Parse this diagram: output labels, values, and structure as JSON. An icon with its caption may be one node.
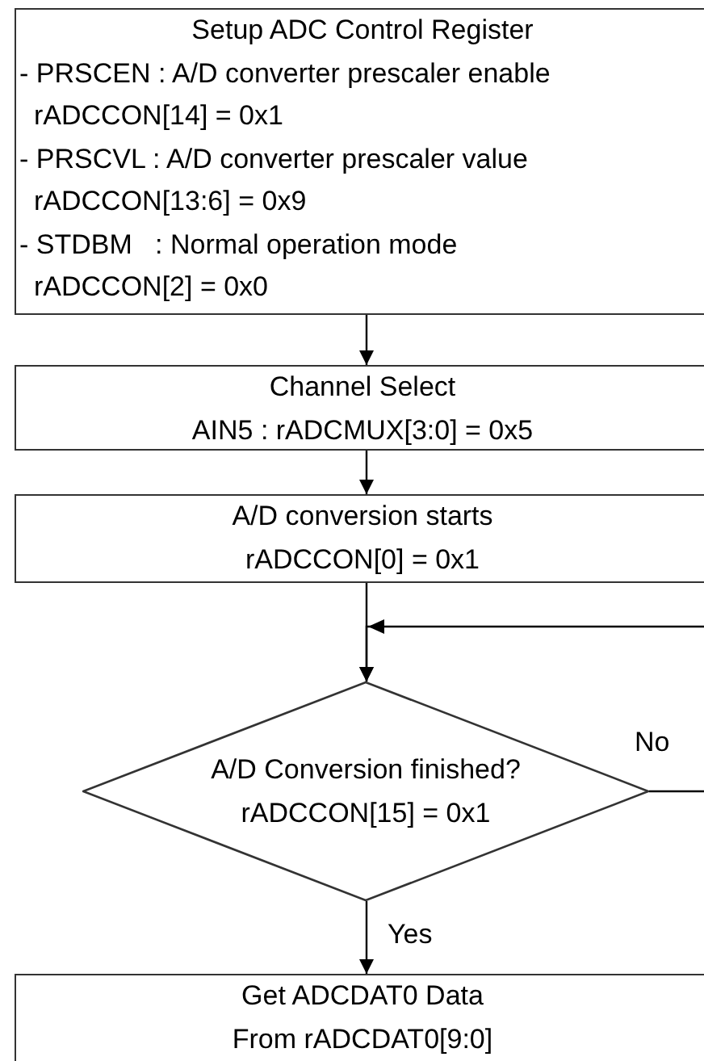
{
  "diagram": {
    "nodes": [
      {
        "text": [
          "Setup ADC Control Register",
          "- PRSCEN : A/D converter prescaler enable",
          "rADCCON[14] = 0x1",
          "- PRSCVL : A/D converter prescaler value",
          "rADCCON[13:6] = 0x9",
          "- STDBM   : Normal operation mode",
          "rADCCON[2] = 0x0"
        ]
      },
      {
        "text": [
          "Channel Select",
          "AIN5 : rADCMUX[3:0] = 0x5"
        ]
      },
      {
        "text": [
          "A/D conversion starts",
          "rADCCON[0] = 0x1"
        ]
      },
      {
        "text": [
          "A/D Conversion finished?",
          "rADCCON[15] = 0x1"
        ]
      },
      {
        "text": [
          "Get ADCDAT0 Data",
          "From rADCDAT0[9:0]"
        ]
      }
    ],
    "edges": [
      {
        "from": 0,
        "to": 1,
        "arrow": "to"
      },
      {
        "from": 1,
        "to": 2,
        "arrow": "to"
      },
      {
        "from": 2,
        "to": 3,
        "arrow": "to"
      },
      {
        "from": 3,
        "to": 4,
        "arrow": "to",
        "label": "Yes"
      },
      {
        "from": 3,
        "to": 3,
        "arrow": "to",
        "label": "No"
      }
    ]
  }
}
